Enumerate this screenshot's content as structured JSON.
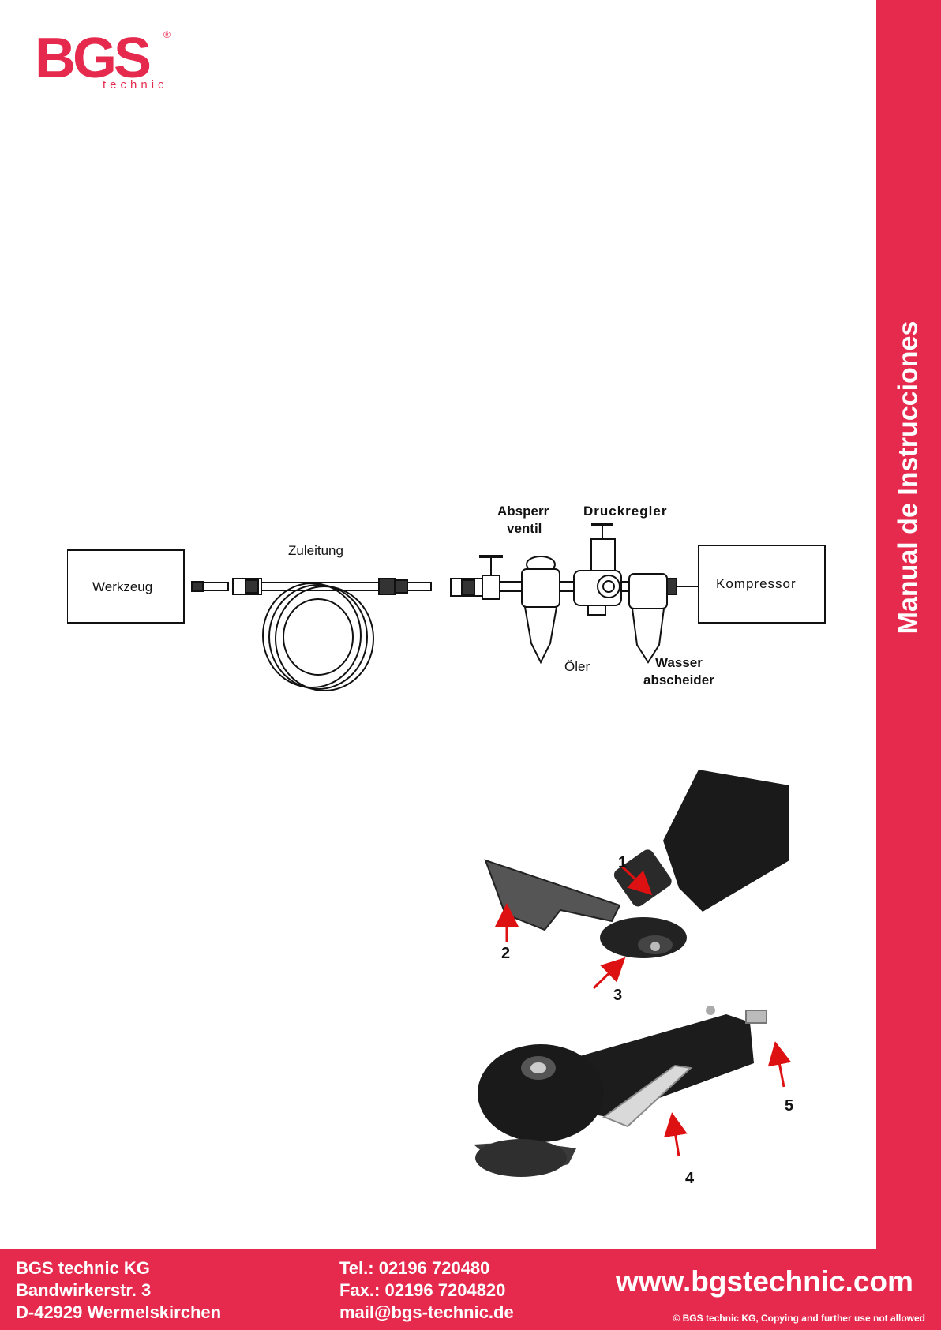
{
  "brand": {
    "name": "BGS",
    "sub": "technic",
    "mark": "®",
    "color": "#e52a4e"
  },
  "sidebar": {
    "title": "Manual de Instrucciones"
  },
  "diagram": {
    "tool": "Werkzeug",
    "hose": "Zuleitung",
    "valve_1": "Absperr",
    "valve_2": "ventil",
    "regulator": "Druckregler",
    "compressor": "Kompressor",
    "oiler": "Öler",
    "separator_1": "Wasser",
    "separator_2": "abscheider"
  },
  "photo": {
    "callouts": [
      "1",
      "2",
      "3",
      "4",
      "5"
    ]
  },
  "footer": {
    "company": "BGS technic KG",
    "street": "Bandwirkerstr. 3",
    "city": "D-42929 Wermelskirchen",
    "tel": "Tel.: 02196 720480",
    "fax": "Fax.: 02196 7204820",
    "mail": "mail@bgs-technic.de",
    "website": "www.bgstechnic.com",
    "copyright": "© BGS technic KG, Copying and further use not allowed"
  }
}
